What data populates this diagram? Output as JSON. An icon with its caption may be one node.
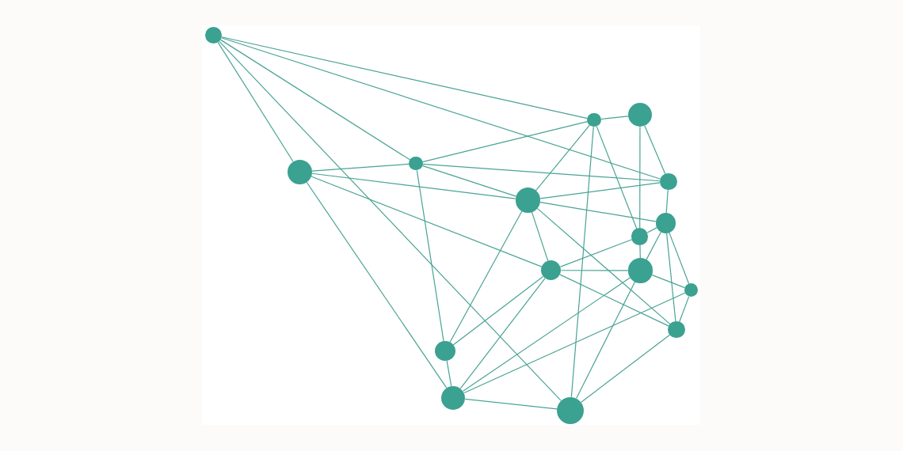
{
  "diagram": {
    "nodes": [
      {
        "text": [],
        "shape": "circle"
      },
      {
        "text": [],
        "shape": "circle"
      },
      {
        "text": [],
        "shape": "circle"
      },
      {
        "text": [],
        "shape": "circle"
      },
      {
        "text": [],
        "shape": "circle"
      },
      {
        "text": [],
        "shape": "circle"
      },
      {
        "text": [],
        "shape": "circle"
      },
      {
        "text": [],
        "shape": "circle"
      },
      {
        "text": [],
        "shape": "circle"
      },
      {
        "text": [],
        "shape": "circle"
      },
      {
        "text": [],
        "shape": "circle"
      },
      {
        "text": [],
        "shape": "circle"
      },
      {
        "text": [],
        "shape": "circle"
      },
      {
        "text": [],
        "shape": "circle"
      },
      {
        "text": [],
        "shape": "circle"
      },
      {
        "text": [],
        "shape": "circle"
      }
    ],
    "edges": [
      {
        "from": 0,
        "to": 1,
        "arrow": "none"
      },
      {
        "from": 0,
        "to": 5,
        "arrow": "none"
      },
      {
        "from": 0,
        "to": 3,
        "arrow": "none"
      },
      {
        "from": 0,
        "to": 4,
        "arrow": "none"
      },
      {
        "from": 0,
        "to": 15,
        "arrow": "none"
      },
      {
        "from": 4,
        "to": 3,
        "arrow": "none"
      },
      {
        "from": 4,
        "to": 6,
        "arrow": "none"
      },
      {
        "from": 4,
        "to": 9,
        "arrow": "none"
      },
      {
        "from": 4,
        "to": 14,
        "arrow": "none"
      },
      {
        "from": 3,
        "to": 1,
        "arrow": "none"
      },
      {
        "from": 3,
        "to": 5,
        "arrow": "none"
      },
      {
        "from": 3,
        "to": 6,
        "arrow": "none"
      },
      {
        "from": 3,
        "to": 13,
        "arrow": "none"
      },
      {
        "from": 1,
        "to": 2,
        "arrow": "none"
      },
      {
        "from": 1,
        "to": 6,
        "arrow": "none"
      },
      {
        "from": 1,
        "to": 15,
        "arrow": "none"
      },
      {
        "from": 1,
        "to": 8,
        "arrow": "none"
      },
      {
        "from": 2,
        "to": 5,
        "arrow": "none"
      },
      {
        "from": 2,
        "to": 8,
        "arrow": "none"
      },
      {
        "from": 5,
        "to": 6,
        "arrow": "none"
      },
      {
        "from": 5,
        "to": 7,
        "arrow": "none"
      },
      {
        "from": 6,
        "to": 7,
        "arrow": "none"
      },
      {
        "from": 6,
        "to": 9,
        "arrow": "none"
      },
      {
        "from": 6,
        "to": 13,
        "arrow": "none"
      },
      {
        "from": 6,
        "to": 12,
        "arrow": "none"
      },
      {
        "from": 7,
        "to": 8,
        "arrow": "none"
      },
      {
        "from": 7,
        "to": 10,
        "arrow": "none"
      },
      {
        "from": 7,
        "to": 12,
        "arrow": "none"
      },
      {
        "from": 7,
        "to": 11,
        "arrow": "none"
      },
      {
        "from": 8,
        "to": 10,
        "arrow": "none"
      },
      {
        "from": 8,
        "to": 9,
        "arrow": "none"
      },
      {
        "from": 9,
        "to": 10,
        "arrow": "none"
      },
      {
        "from": 9,
        "to": 12,
        "arrow": "none"
      },
      {
        "from": 9,
        "to": 13,
        "arrow": "none"
      },
      {
        "from": 9,
        "to": 14,
        "arrow": "none"
      },
      {
        "from": 10,
        "to": 11,
        "arrow": "none"
      },
      {
        "from": 10,
        "to": 14,
        "arrow": "none"
      },
      {
        "from": 10,
        "to": 15,
        "arrow": "none"
      },
      {
        "from": 11,
        "to": 12,
        "arrow": "none"
      },
      {
        "from": 11,
        "to": 14,
        "arrow": "none"
      },
      {
        "from": 12,
        "to": 15,
        "arrow": "none"
      },
      {
        "from": 13,
        "to": 14,
        "arrow": "none"
      },
      {
        "from": 14,
        "to": 15,
        "arrow": "none"
      }
    ]
  }
}
